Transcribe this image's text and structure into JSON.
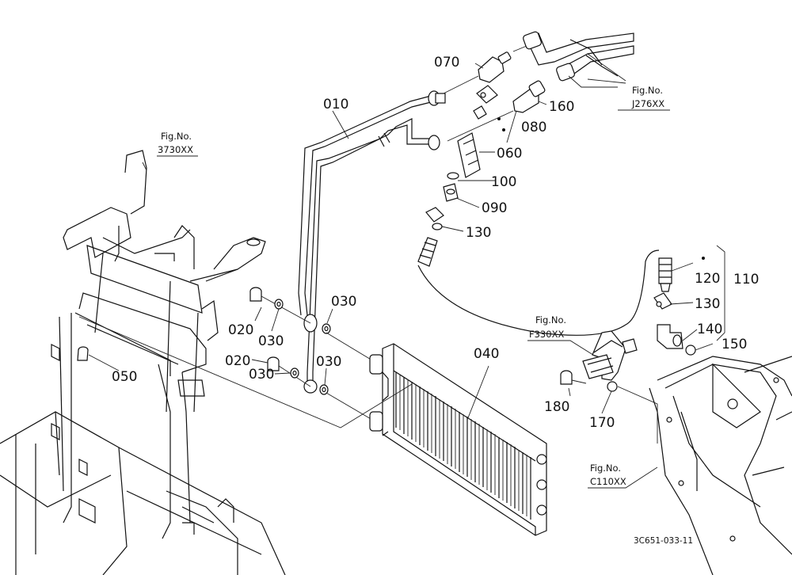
{
  "part_labels": {
    "p010": "010",
    "p020a": "020",
    "p020b": "020",
    "p030a": "030",
    "p030b": "030",
    "p030c": "030",
    "p030d": "030",
    "p040": "040",
    "p050": "050",
    "p060": "060",
    "p070": "070",
    "p080": "080",
    "p090": "090",
    "p100": "100",
    "p110": "110",
    "p120": "120",
    "p130a": "130",
    "p130b": "130",
    "p140": "140",
    "p150": "150",
    "p160": "160",
    "p170": "170",
    "p180": "180"
  },
  "figure_refs": {
    "ref_3730": {
      "prefix": "Fig.No.",
      "number": "3730XX"
    },
    "ref_j276": {
      "prefix": "Fig.No.",
      "number": "J276XX"
    },
    "ref_f330": {
      "prefix": "Fig.No.",
      "number": "F330XX"
    },
    "ref_c110": {
      "prefix": "Fig.No.",
      "number": "C110XX"
    }
  },
  "drawing_code": "3C651-033-11"
}
